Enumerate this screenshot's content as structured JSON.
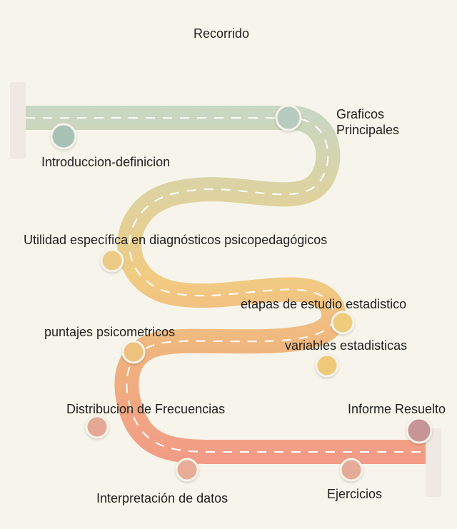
{
  "title": "Recorrido",
  "stops": [
    {
      "label": "Introduccion-definicion",
      "color": "#a8c3b5"
    },
    {
      "label": "Graficos Principales",
      "color": "#b7cbbe"
    },
    {
      "label": "Utilidad específica en diagnósticos psicopedagógicos",
      "color": "#eccb86"
    },
    {
      "label": "etapas de estudio estadistico",
      "color": "#efcb7c"
    },
    {
      "label": "variables estadisticas",
      "color": "#efc97a"
    },
    {
      "label": "puntajes psicometricos",
      "color": "#edc27e"
    },
    {
      "label": "Distribucion de Frecuencias",
      "color": "#e5a896"
    },
    {
      "label": "Interpretación de datos",
      "color": "#e8ad98"
    },
    {
      "label": "Ejercicios",
      "color": "#e5ab9a"
    },
    {
      "label": "Informe Resuelto",
      "color": "#c79595"
    }
  ],
  "road_gradient": [
    "#c5d8c8",
    "#dcd3a2",
    "#f1cb82",
    "#f0b07e",
    "#f29c87"
  ]
}
